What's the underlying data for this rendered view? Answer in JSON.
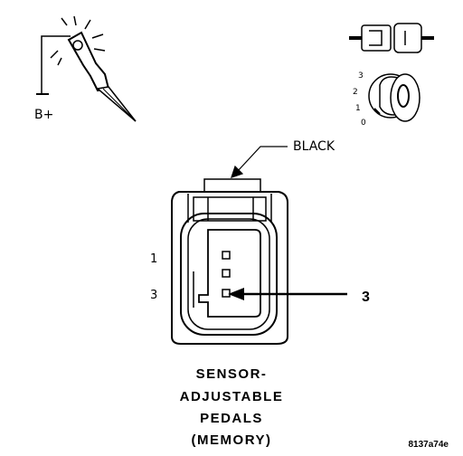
{
  "labels": {
    "battery": "B+",
    "wire_color": "BLACK",
    "pin1": "1",
    "pin3": "3",
    "callout": "3",
    "key_positions": [
      "3",
      "2",
      "1",
      "0"
    ]
  },
  "caption": [
    "SENSOR-",
    "ADJUSTABLE",
    "PEDALS",
    "(MEMORY)"
  ],
  "figure_id": "8137a74e",
  "colors": {
    "ink": "#000000",
    "background": "#ffffff"
  }
}
